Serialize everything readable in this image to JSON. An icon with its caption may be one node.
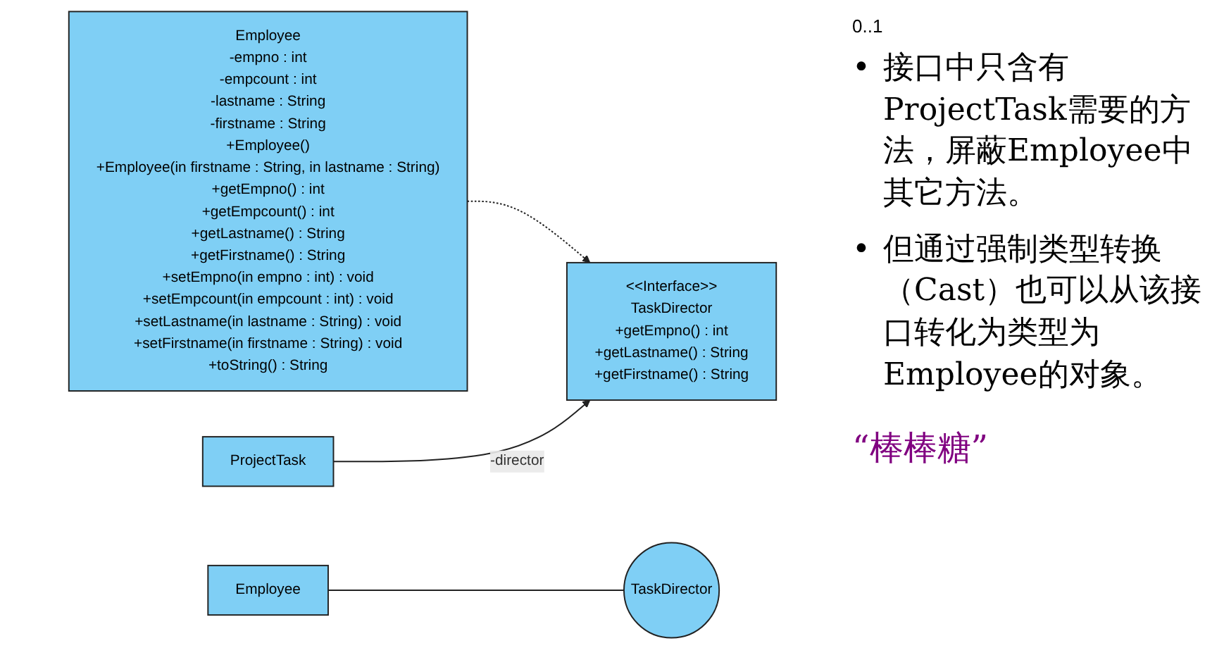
{
  "diagram": {
    "nodes": [
      {
        "text": [
          "Employee",
          "-empno : int",
          "-empcount : int",
          "-lastname : String",
          "-firstname : String",
          "+Employee()",
          "+Employee(in firstname : String, in lastname : String)",
          "+getEmpno() : int",
          "+getEmpcount() : int",
          "+getLastname() : String",
          "+getFirstname() : String",
          "+setEmpno(in empno : int) : void",
          "+setEmpcount(in empcount : int) : void",
          "+setLastname(in lastname : String) : void",
          "+setFirstname(in firstname : String) : void",
          "+toString() : String"
        ]
      },
      {
        "text": [
          "<<Interface>>",
          "TaskDirector",
          "+getEmpno() : int",
          "+getLastname() : String",
          "+getFirstname() : String"
        ]
      },
      {
        "text": [
          "ProjectTask"
        ]
      },
      {
        "text": [
          "Employee"
        ]
      },
      {
        "text": [
          "TaskDirector"
        ]
      }
    ],
    "edges": [
      {
        "from": 0,
        "to": 1,
        "arrow": "to",
        "style": "dashed"
      },
      {
        "from": 2,
        "to": 1,
        "arrow": "to",
        "label": "-director"
      },
      {
        "from": 3,
        "to": 4,
        "arrow": "none"
      }
    ],
    "labels": [
      "0..1",
      "•",
      "接口中只含有ProjectTask需要的方法，屏蔽Employee中其它方法。",
      "•",
      "但通过强制类型转换（Cast）也可以从该接口转化为类型为Employee的对象。",
      "“棒棒糖”"
    ]
  }
}
